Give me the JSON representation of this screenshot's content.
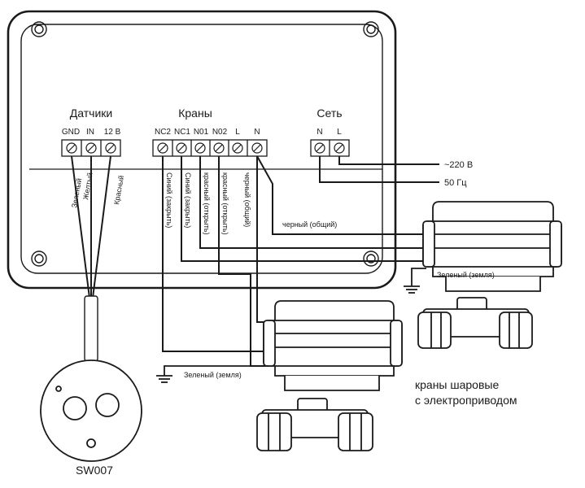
{
  "sections": {
    "sensors": "Датчики",
    "valves": "Краны",
    "power": "Сеть"
  },
  "terminals": {
    "sensors": [
      "GND",
      "IN",
      "12 В"
    ],
    "valves": [
      "NC2",
      "NC1",
      "N01",
      "N02",
      "L",
      "N"
    ],
    "power": [
      "N",
      "L"
    ]
  },
  "sensor_wires": [
    "Зеленый",
    "Желтый",
    "Красный"
  ],
  "valve_wires": [
    "Синий (закрыть)",
    "Синий (закрыть)",
    "красный (открыть)",
    "красный (открыть)",
    "черный (общий)"
  ],
  "common_wire": "черный (общий)",
  "ground_labels": [
    "Зеленый (земля)",
    "Зеленый (земля)"
  ],
  "power_labels": [
    "~220 В",
    "50 Гц"
  ],
  "caption": [
    "краны шаровые",
    "с электроприводом"
  ],
  "sensor_name": "SW007"
}
